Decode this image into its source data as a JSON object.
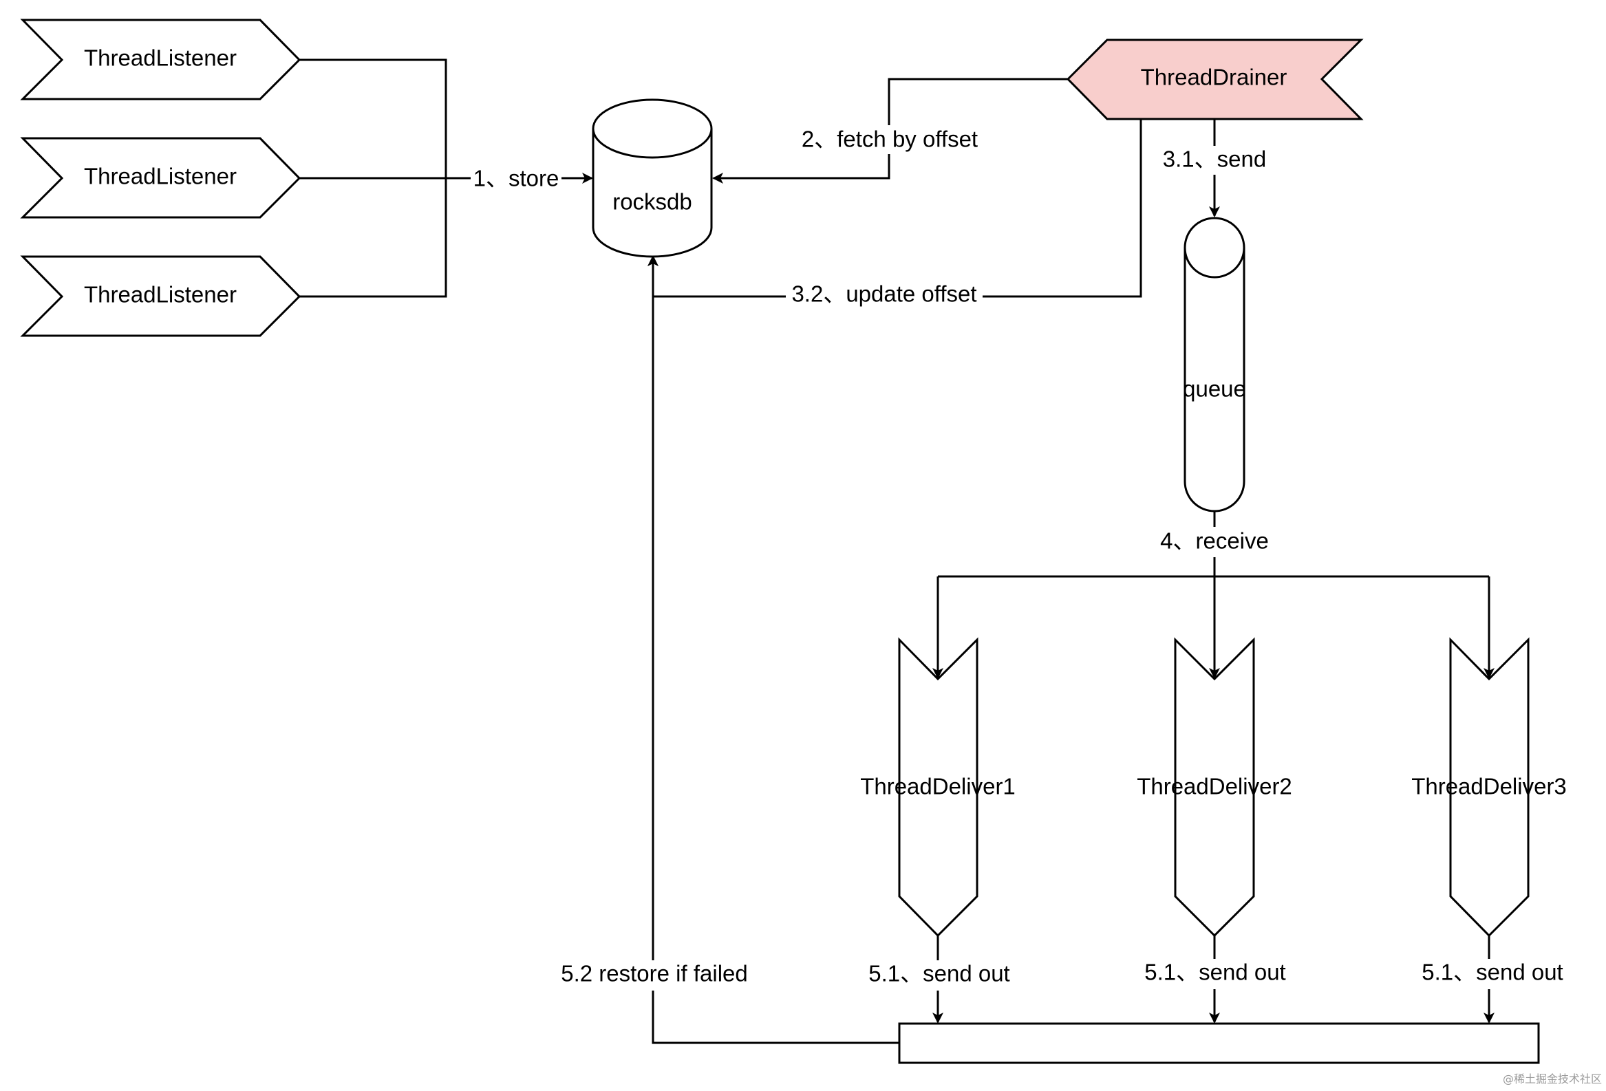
{
  "nodes": {
    "listener_1": "ThreadListener",
    "listener_2": "ThreadListener",
    "listener_3": "ThreadListener",
    "rocksdb": "rocksdb",
    "drainer": "ThreadDrainer",
    "queue": "queue",
    "deliver_1": "ThreadDeliver1",
    "deliver_2": "ThreadDeliver2",
    "deliver_3": "ThreadDeliver3",
    "output_bar": ""
  },
  "edges": {
    "store": "1、store",
    "fetch": "2、fetch by offset",
    "send": "3.1、send",
    "update_offset": "3.2、update offset",
    "receive": "4、receive",
    "send_out_1": "5.1、send out",
    "send_out_2": "5.1、send out",
    "send_out_3": "5.1、send out",
    "restore": "5.2 restore if failed"
  },
  "colors": {
    "drainer_fill": "#f8cecc",
    "stroke": "#000000",
    "background": "#ffffff"
  },
  "watermark": "@稀土掘金技术社区"
}
